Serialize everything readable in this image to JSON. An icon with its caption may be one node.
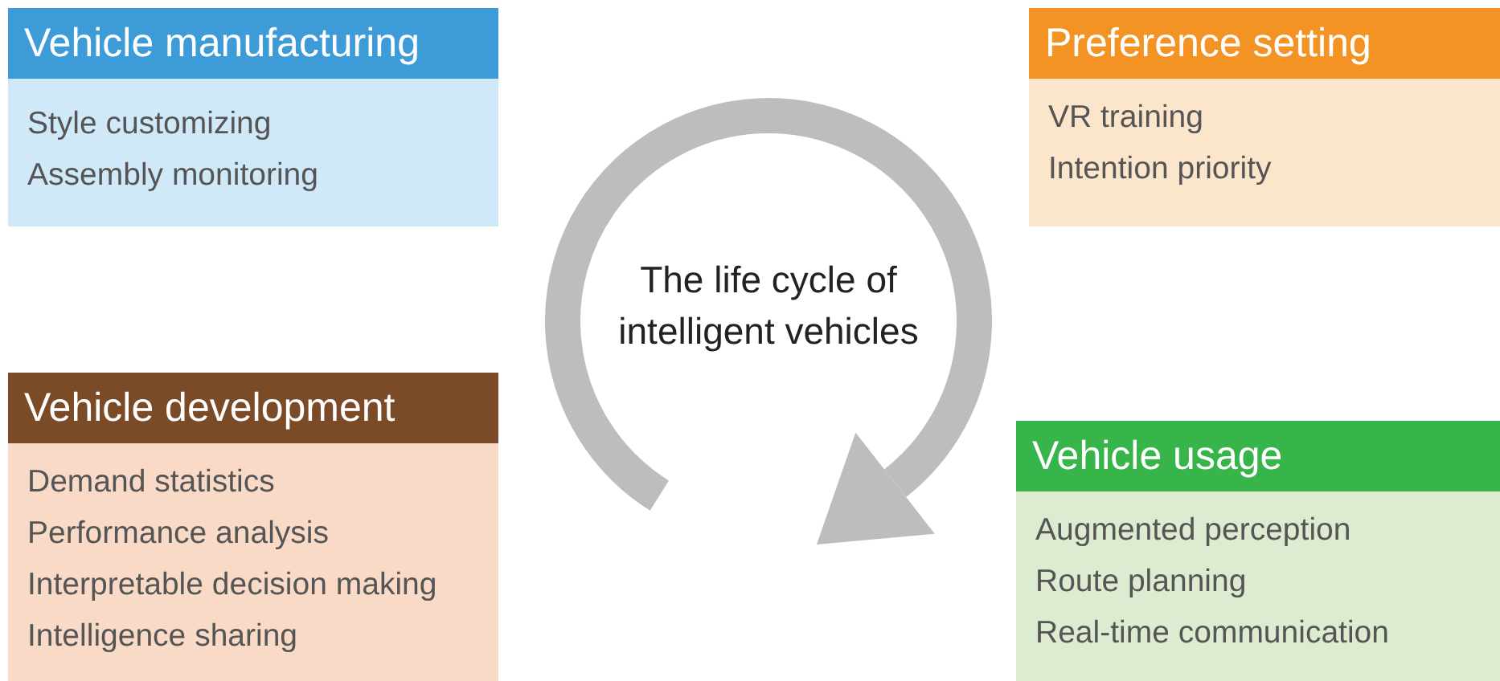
{
  "diagram": {
    "nodes": [
      {
        "text": [
          "Vehicle manufacturing",
          "Style customizing",
          "Assembly monitoring"
        ]
      },
      {
        "text": [
          "Preference setting",
          "VR training",
          "Intention priority"
        ]
      },
      {
        "text": [
          "Vehicle development",
          "Demand statistics",
          "Performance analysis",
          "Interpretable decision making",
          "Intelligence sharing"
        ]
      },
      {
        "text": [
          "Vehicle usage",
          "Augmented perception",
          "Route planning",
          "Real-time communication"
        ]
      }
    ],
    "edges": [],
    "labels": [
      "The life cycle of intelligent vehicles"
    ]
  }
}
